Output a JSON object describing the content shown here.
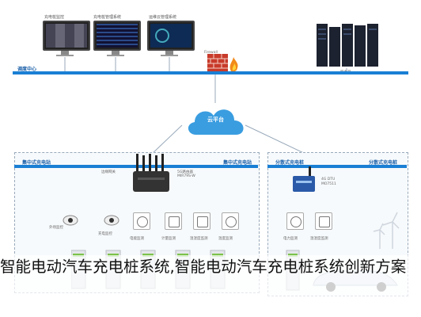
{
  "top": {
    "monitor1_label": "充电桩监控",
    "monitor2_label": "充电桩管理系统",
    "monitor3_label": "运维云管理系统",
    "firewall_label": "Firewall",
    "server_label": "服务器",
    "center_label": "调度中心"
  },
  "cloud": {
    "label": "云平台"
  },
  "left_panel": {
    "title": "集中式充电站",
    "edge_gateway_label": "边缘网关",
    "router_label1": "5G路由器",
    "router_label2": "MIR79S-W",
    "camera1_label": "外场监控",
    "camera2_label": "充电监控",
    "device1_label": "电能监测",
    "device2_label": "计量监测",
    "device3_label": "温湿度监测",
    "device4_label": "温度监测"
  },
  "right_panel": {
    "title": "分散式充电桩",
    "dtu_label1": "4G DTU",
    "dtu_label2": "MO7511",
    "device1_label": "电力监测",
    "device2_label": "温湿度监测"
  },
  "caption": {
    "text": "智能电动汽车充电桩系统,智能电动汽车充电桩系统创新方案"
  },
  "colors": {
    "accent": "#1a7fd4",
    "cloud": "#3a9de0",
    "firewall": "#d33a2a"
  }
}
